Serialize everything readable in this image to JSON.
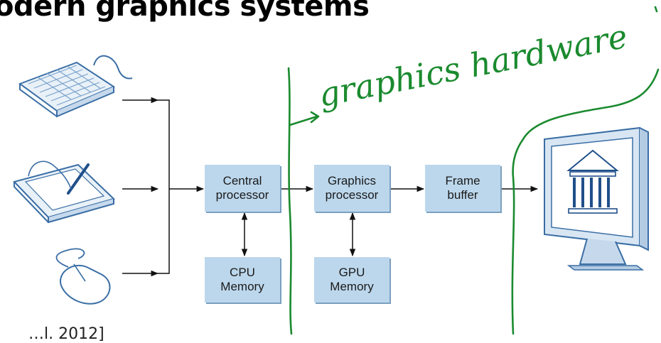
{
  "slide": {
    "title": "odern graphics systems",
    "citation": "…l. 2012]"
  },
  "diagram": {
    "boxes": {
      "cpu": "Central\nprocessor",
      "cpu_memory": "CPU\nMemory",
      "gpu": "Graphics\nprocessor",
      "gpu_memory": "GPU\nMemory",
      "frame_buffer": "Frame\nbuffer"
    },
    "inputs": [
      "keyboard-icon",
      "tablet-icon",
      "mouse-icon"
    ],
    "output": "monitor-icon"
  },
  "annotation": {
    "handwritten_text": "graphics hardware",
    "color": "#1a8a2e"
  },
  "colors": {
    "box_fill": "#bcd7ec",
    "box_shadow": "#7a9fbf",
    "ink": "#1a8a2e"
  }
}
